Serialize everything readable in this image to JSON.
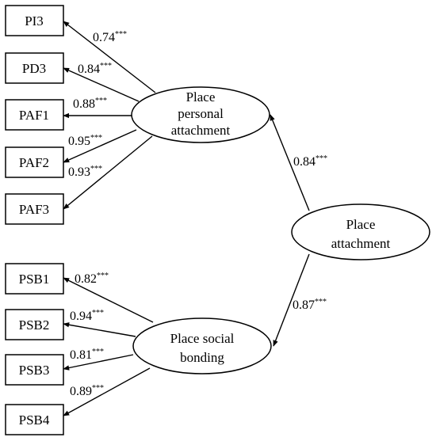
{
  "constructs": {
    "place_attachment": [
      "Place",
      "attachment"
    ],
    "personal_attachment": [
      "Place",
      "personal",
      "attachment"
    ],
    "social_bonding": [
      "Place social",
      "bonding"
    ]
  },
  "indicators": {
    "pi3": "PI3",
    "pd3": "PD3",
    "paf1": "PAF1",
    "paf2": "PAF2",
    "paf3": "PAF3",
    "psb1": "PSB1",
    "psb2": "PSB2",
    "psb3": "PSB3",
    "psb4": "PSB4"
  },
  "loadings": {
    "pi3": "0.74",
    "pd3": "0.84",
    "paf1": "0.88",
    "paf2": "0.95",
    "paf3": "0.93",
    "psb1": "0.82",
    "psb2": "0.94",
    "psb3": "0.81",
    "psb4": "0.89",
    "personal_attachment": "0.84",
    "social_bonding": "0.87"
  },
  "significance": "***"
}
